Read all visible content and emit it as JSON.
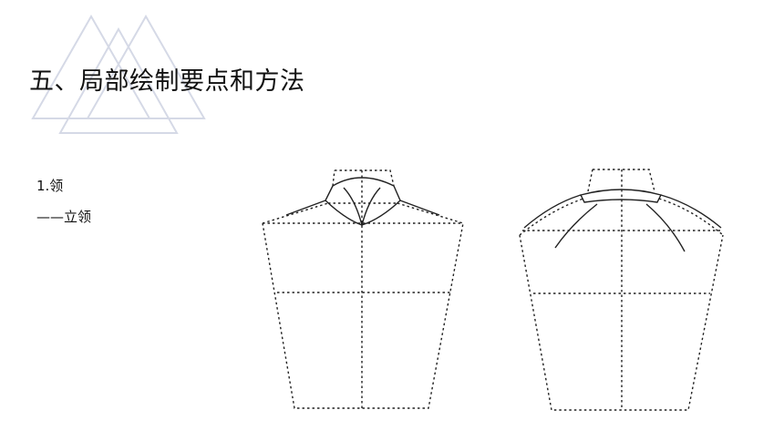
{
  "slide": {
    "title": "五、局部绘制要点和方法",
    "label_1": "1.领",
    "label_2": "——立领"
  },
  "theme": {
    "line_color": "#222222",
    "deco_color": "#d5d9e6"
  }
}
